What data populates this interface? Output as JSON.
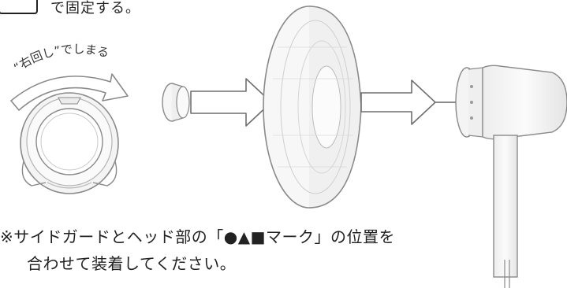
{
  "step_text": "で固定する。",
  "rotate_label": "“右回し”でしまる",
  "note": {
    "line1": "※サイドガードとヘッド部の「●▲■マーク」の位置を",
    "line2": "合わせて装着してください。"
  },
  "colors": {
    "line": "#8a8a8a",
    "part_fill": "#f6f6f6",
    "shade": "#e6e6e6",
    "text": "#222222"
  },
  "icons": [
    "rotation-arrow-icon",
    "right-arrow-icon",
    "right-arrow-icon"
  ]
}
